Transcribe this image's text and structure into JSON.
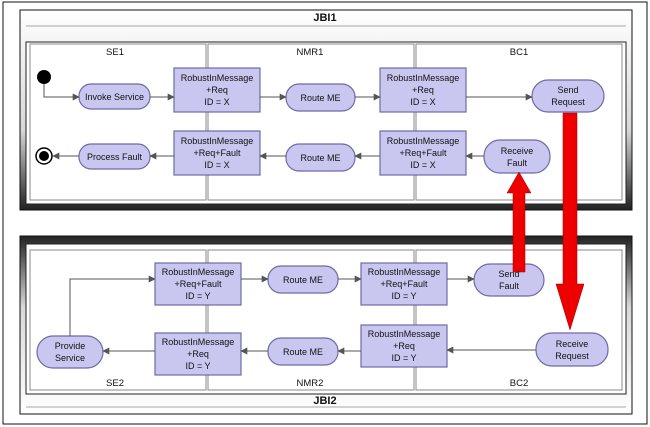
{
  "colors": {
    "node_fill": "#c9c7f0",
    "node_border": "#6e6aa6",
    "container_border": "#1a1a1a",
    "lane_border": "#8a8a8a",
    "arrow": "#555555",
    "big_arrow": "#ee0000"
  },
  "jbi1": {
    "title": "JBI1",
    "lanes": {
      "se": "SE1",
      "nmr": "NMR1",
      "bc": "BC1"
    },
    "nodes": {
      "invoke_service": "Invoke Service",
      "msg_req_top": "RobustInMessage\n+Req\nID = X",
      "route_me_top": "Route ME",
      "msg_req_bc": "RobustInMessage\n+Req\nID = X",
      "send_request": "Send\nRequest",
      "process_fault": "Process Fault",
      "msg_fault_nmr": "RobustInMessage\n+Req+Fault\nID = X",
      "route_me_bottom": "Route ME",
      "msg_fault_bc": "RobustInMessage\n+Req+Fault\nID = X",
      "receive_fault": "Receive\nFault"
    }
  },
  "jbi2": {
    "title": "JBI2",
    "lanes": {
      "se": "SE2",
      "nmr": "NMR2",
      "bc": "BC2"
    },
    "nodes": {
      "msg_fault_se": "RobustInMessage\n+Req+Fault\nID = Y",
      "route_me_top": "Route ME",
      "msg_fault_nmr": "RobustInMessage\n+Req+Fault\nID = Y",
      "send_fault": "Send\nFault",
      "provide_service": "Provide\nService",
      "msg_req_se": "RobustInMessage\n+Req\nID = Y",
      "route_me_bottom": "Route ME",
      "msg_req_nmr": "RobustInMessage\n+Req\nID = Y",
      "receive_request": "Receive\nRequest"
    }
  }
}
